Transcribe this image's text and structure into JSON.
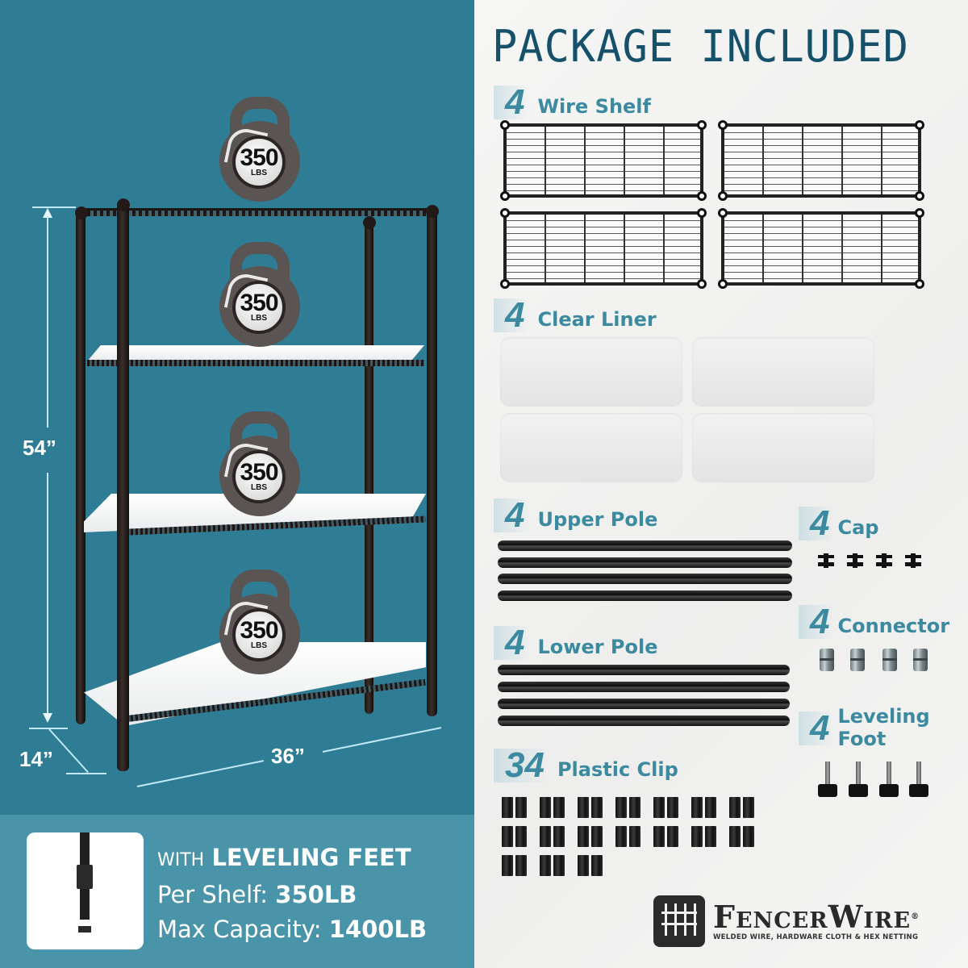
{
  "product": {
    "dimensions": {
      "height": "54”",
      "depth": "14”",
      "width": "36”"
    },
    "weight_badges": [
      {
        "value": "350",
        "unit": "LBS"
      },
      {
        "value": "350",
        "unit": "LBS"
      },
      {
        "value": "350",
        "unit": "LBS"
      },
      {
        "value": "350",
        "unit": "LBS"
      }
    ],
    "shelf_count": 4
  },
  "features": {
    "line1_prefix": "WITH",
    "line1_bold": "LEVELING FEET",
    "line2_label": "Per Shelf:",
    "line2_value": "350LB",
    "line3_label": "Max Capacity:",
    "line3_value": "1400LB",
    "icon": "leveling-foot-icon"
  },
  "package": {
    "title": "PACKAGE INCLUDED",
    "items": [
      {
        "qty": "4",
        "label": "Wire Shelf",
        "icon": "wire-shelf-icon"
      },
      {
        "qty": "4",
        "label": "Clear Liner",
        "icon": "clear-liner-icon"
      },
      {
        "qty": "4",
        "label": "Upper Pole",
        "icon": "pole-icon"
      },
      {
        "qty": "4",
        "label": "Cap",
        "icon": "cap-icon"
      },
      {
        "qty": "4",
        "label": "Connector",
        "icon": "connector-icon"
      },
      {
        "qty": "4",
        "label": "Lower Pole",
        "icon": "pole-icon"
      },
      {
        "qty": "4",
        "label": "Leveling Foot",
        "icon": "leveling-foot-icon"
      },
      {
        "qty": "34",
        "label": "Plastic Clip",
        "icon": "plastic-clip-icon"
      }
    ]
  },
  "brand": {
    "name": "FencerWire",
    "registered": "®",
    "tagline": "Welded Wire, Hardware Cloth & Hex Netting"
  },
  "colors": {
    "teal_dark": "#2f7c95",
    "teal_light": "#4a94aa",
    "accent_text": "#3c8aa0",
    "title_text": "#15516a",
    "background_right": "#f4f4f3"
  }
}
